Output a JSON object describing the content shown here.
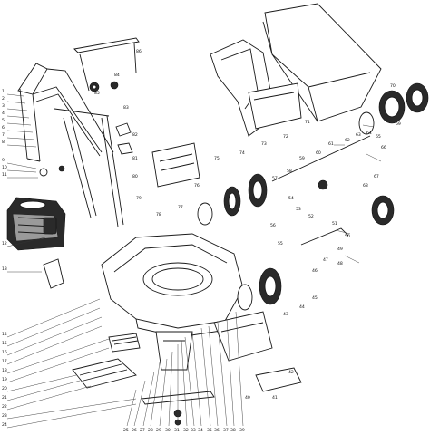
{
  "diagram": {
    "type": "exploded-parts-diagram",
    "subject": "lawn mower",
    "line_color": "#1a1a1a",
    "background": "#ffffff",
    "callouts": {
      "c1": "1",
      "c2": "2",
      "c3": "3",
      "c4": "4",
      "c5": "5",
      "c6": "6",
      "c7": "7",
      "c8": "8",
      "c9": "9",
      "c10": "10",
      "c11": "11",
      "c12": "12",
      "c13": "13",
      "c14": "14",
      "c15": "15",
      "c16": "16",
      "c17": "17",
      "c18": "18",
      "c19": "19",
      "c20": "20",
      "c21": "21",
      "c22": "22",
      "c23": "23",
      "c24": "24",
      "c25": "25",
      "c26": "26",
      "c27": "27",
      "c28": "28",
      "c29": "29",
      "c30": "30",
      "c31": "31",
      "c32": "32",
      "c33": "33",
      "c34": "34",
      "c35": "35",
      "c36": "36",
      "c37": "37",
      "c38": "38",
      "c39": "39",
      "c40": "40",
      "c41": "41",
      "c42": "42",
      "c43": "43",
      "c44": "44",
      "c45": "45",
      "c46": "46",
      "c47": "47",
      "c48": "48",
      "c49": "49",
      "c50": "50",
      "c51": "51",
      "c52": "52",
      "c53": "53",
      "c54": "54",
      "c55": "55",
      "c56": "56",
      "c57": "57",
      "c58": "58",
      "c59": "59",
      "c60": "60",
      "c61": "61",
      "c62": "62",
      "c63": "63",
      "c64": "64",
      "c65": "65",
      "c66": "66",
      "c67": "67",
      "c68": "68",
      "c69": "69",
      "c70": "70",
      "c71": "71",
      "c72": "72",
      "c73": "73",
      "c74": "74",
      "c75": "75",
      "c76": "76",
      "c77": "77",
      "c78": "78",
      "c79": "79",
      "c80": "80",
      "c81": "81",
      "c82": "82",
      "c83": "83",
      "c84": "84",
      "c85": "85",
      "c86": "86"
    }
  }
}
